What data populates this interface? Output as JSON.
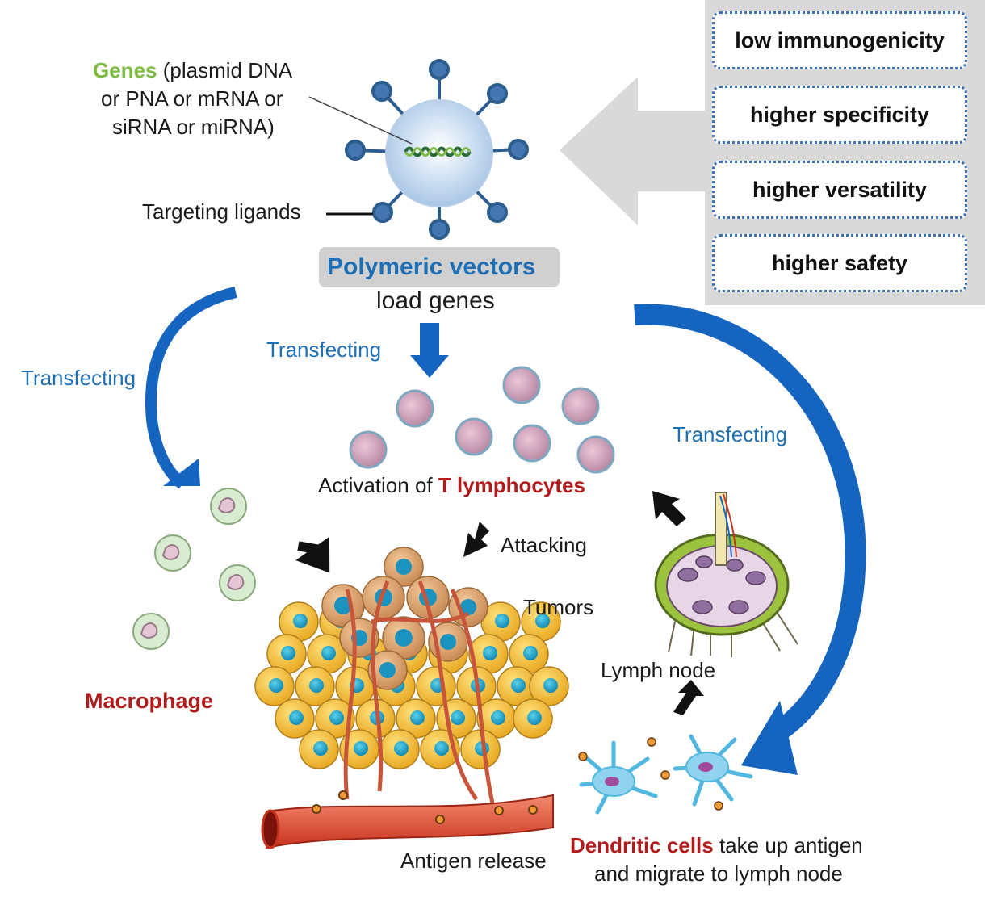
{
  "properties": [
    "low immunogenicity",
    "higher specificity",
    "higher versatility",
    "higher safety"
  ],
  "vector": {
    "genes_label": "Genes",
    "genes_line1": " (plasmid DNA",
    "genes_line2": "or PNA or mRNA or",
    "genes_line3": "siRNA or miRNA)",
    "ligands_label": "Targeting ligands",
    "title": "Polymeric vectors",
    "subtitle": "load genes"
  },
  "transfecting": {
    "left": "Transfecting",
    "center": "Transfecting",
    "right": "Transfecting"
  },
  "tcell": {
    "prefix": "Activation of ",
    "highlight": "T lymphocytes"
  },
  "labels": {
    "attacking": "Attacking",
    "tumors": "Tumors",
    "macrophage": "Macrophage",
    "lymph_node": "Lymph node",
    "antigen_release": "Antigen release"
  },
  "dendritic": {
    "highlight": "Dendritic cells",
    "line1_rest": " take up antigen",
    "line2": "and migrate to lymph node"
  },
  "colors": {
    "blue_text": "#1f6fb5",
    "red_text": "#b01c1c",
    "green_text": "#7dbb42",
    "arrow_blue": "#1565c0",
    "panel_gray": "#d9d9d9"
  },
  "icons": [
    "polymeric-vector-particle",
    "t-lymphocyte-cell",
    "macrophage-cell",
    "tumor-mass",
    "blood-vessel",
    "lymph-node",
    "dendritic-cell"
  ]
}
